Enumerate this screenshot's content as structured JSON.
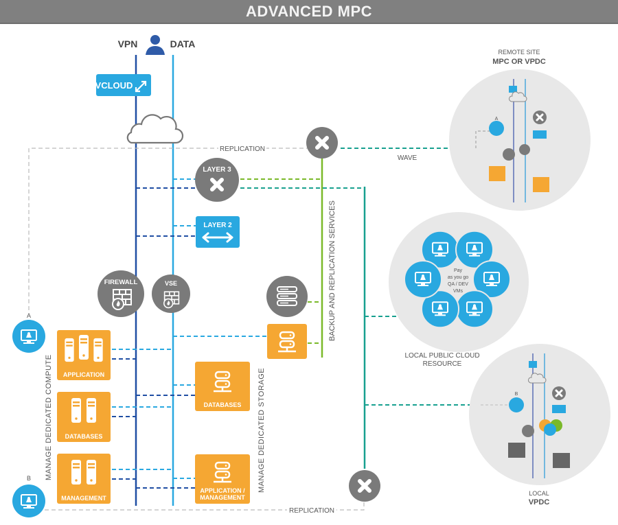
{
  "title": "ADVANCED MPC",
  "columns": {
    "vpn": "VPN",
    "data": "DATA"
  },
  "nodes": {
    "vcloud": "VCLOUD",
    "layer3": "LAYER 3",
    "layer2": "LAYER 2",
    "firewall": "FIREWALL",
    "vse": "VSE",
    "compute_application": "APPLICATION",
    "compute_databases": "DATABASES",
    "compute_management": "MANAGEMENT",
    "storage_databases": "DATABASES",
    "storage_app_mgmt_1": "APPLICATION /",
    "storage_app_mgmt_2": "MANAGEMENT",
    "vm_a": "A",
    "vm_b": "B"
  },
  "labels": {
    "replication_top": "REPLICATION",
    "replication_bottom": "REPLICATION",
    "wave": "WAVE",
    "backup_services": "BACKUP AND REPLICATION SERVICES",
    "manage_compute": "MANAGE  DEDICATED  COMPUTE",
    "manage_storage": "MANAGE  DEDICATED  STORAGE"
  },
  "remote_site": {
    "line1": "REMOTE SITE",
    "line2": "MPC OR VPDC",
    "vm_label": "A"
  },
  "public_cloud": {
    "center_text": [
      "Pay",
      "as you go",
      "QA / DEV",
      "VMs"
    ],
    "caption_1": "LOCAL PUBLIC CLOUD",
    "caption_2": "RESOURCE"
  },
  "local_vpdc": {
    "line1": "LOCAL",
    "line2": "VPDC",
    "vm_label": "B"
  },
  "colors": {
    "vpn_line": "#1f4ea3",
    "data_line": "#29a8e0",
    "backup_line": "#7ab929",
    "wave_line": "#17a08f",
    "orange": "#f5a733",
    "gray_node": "#7a7a7a",
    "blue_node": "#29a8e0",
    "site_bg": "#e8e8e8"
  }
}
